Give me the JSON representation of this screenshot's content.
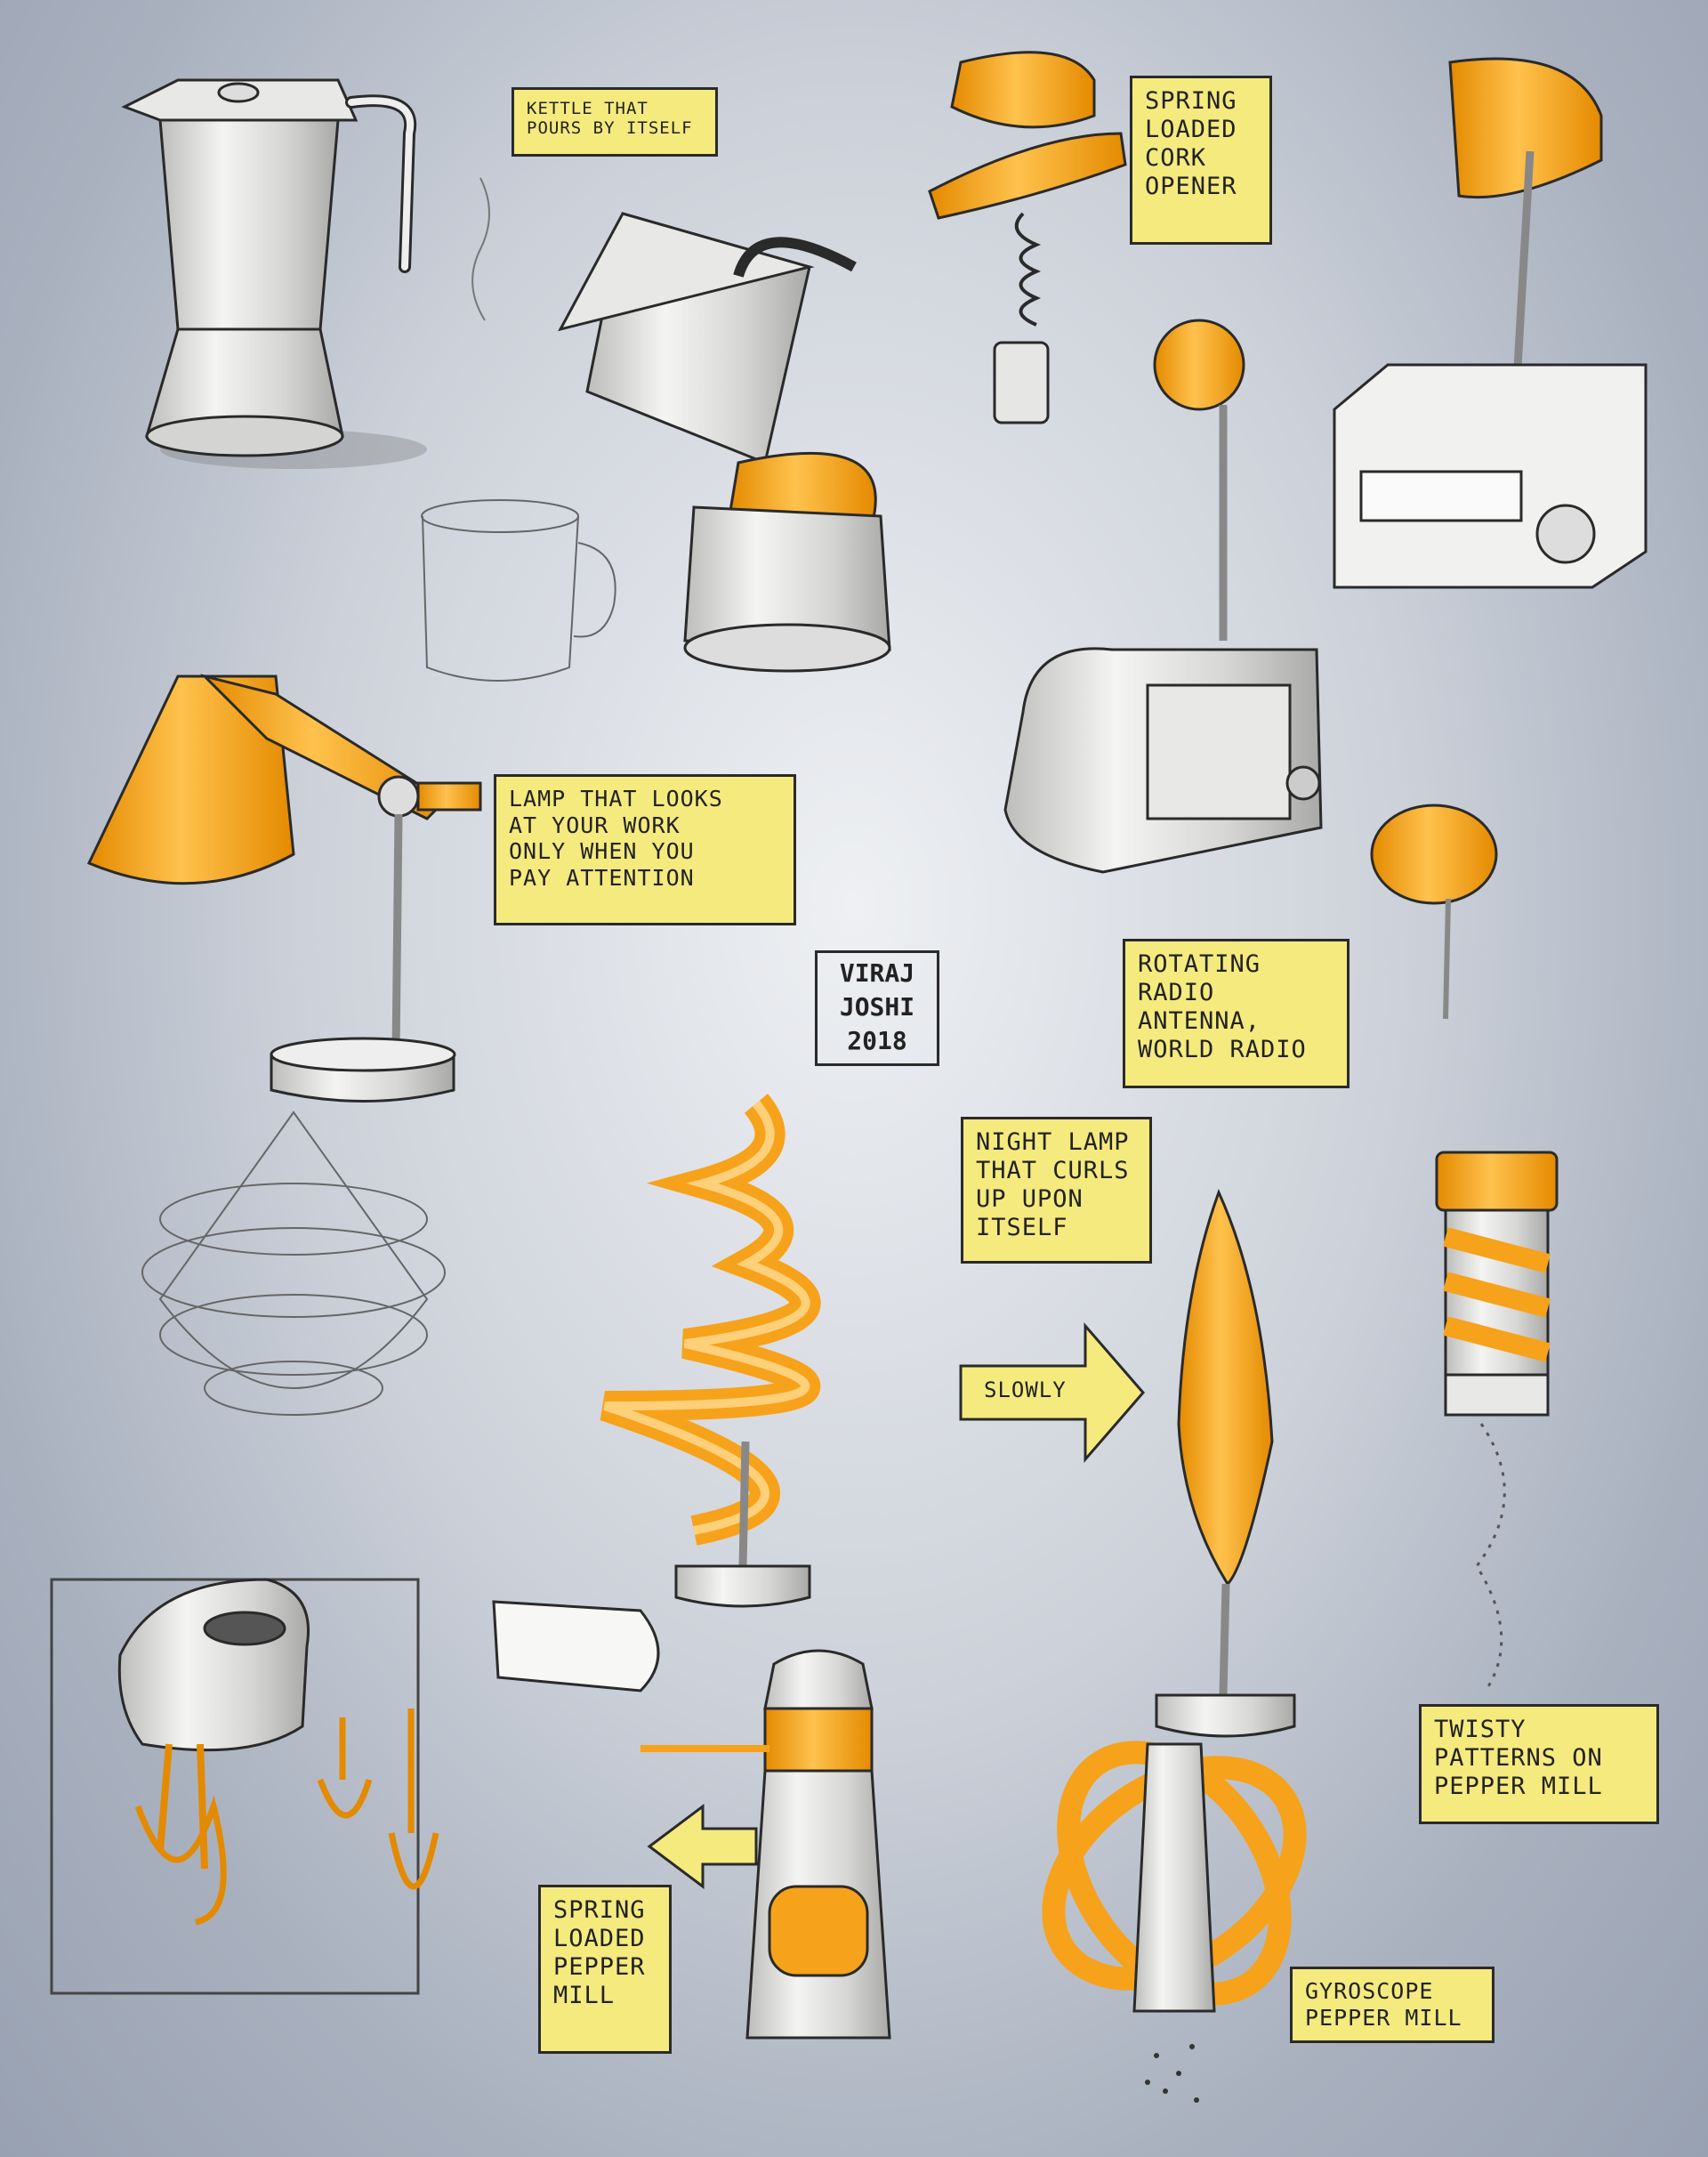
{
  "notes": {
    "kettle": "KETTLE THAT\nPOURS BY ITSELF",
    "cork": "SPRING\nLOADED\nCORK\nOPENER",
    "lamp": "LAMP THAT LOOKS\nAT YOUR WORK\nONLY WHEN YOU\nPAY ATTENTION",
    "radio": "ROTATING\nRADIO\nANTENNA,\nWORLD RADIO",
    "night_lamp": "NIGHT LAMP\nTHAT CURLS\nUP UPON\nITSELF",
    "slowly": "SLOWLY",
    "twisty": "TWISTY\nPATTERNS ON\nPEPPER MILL",
    "spring_mill": "SPRING\nLOADED\nPEPPER\nMILL",
    "gyro": "GYROSCOPE\nPEPPER MILL"
  },
  "signature": {
    "line1": "VIRAJ",
    "line2": "JOSHI",
    "line3": "2018"
  },
  "colors": {
    "orange": "#f7a21b",
    "orange_dark": "#e48a00",
    "yellow_note": "#f5ea7e",
    "metal_light": "#f4f4f2",
    "metal_mid": "#c9c9c7",
    "ink": "#2a2a2a"
  }
}
